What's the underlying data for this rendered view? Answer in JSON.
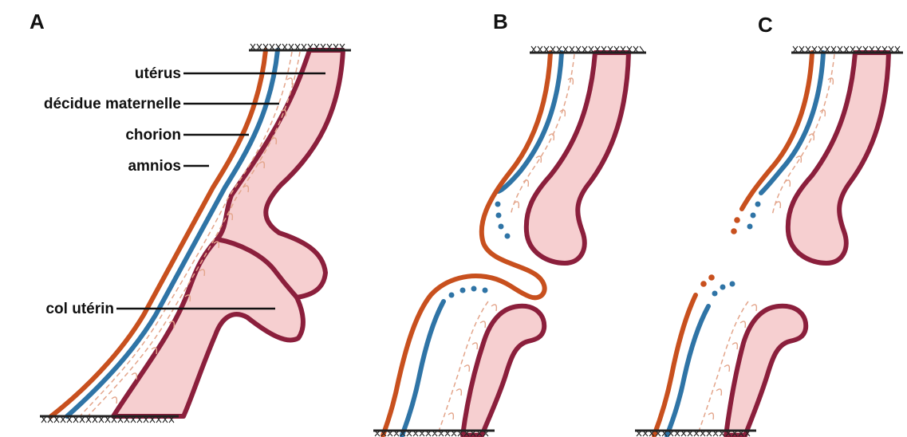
{
  "panels": [
    {
      "id": "A",
      "letter": "A"
    },
    {
      "id": "B",
      "letter": "B"
    },
    {
      "id": "C",
      "letter": "C"
    }
  ],
  "labels": {
    "uterus": "utérus",
    "decidua": "décidue maternelle",
    "chorion": "chorion",
    "amnion": "amnios",
    "cervix": "col utérin"
  },
  "colors": {
    "amnion": "#c8501e",
    "chorion": "#2f74a6",
    "uterine_wall": "#8b1f3c",
    "uterine_tissue": "#f6cfd0",
    "decidua": "#e3a58b"
  }
}
